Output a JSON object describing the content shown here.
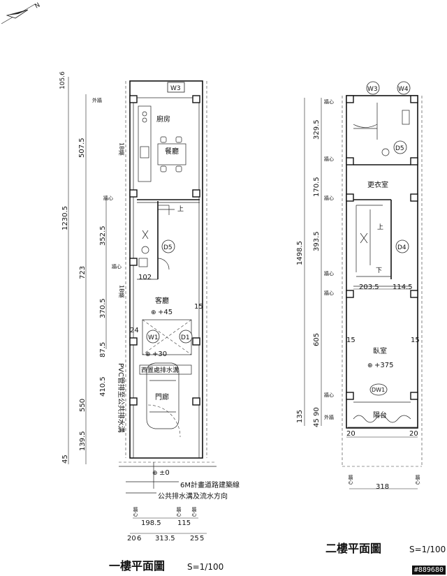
{
  "north": {
    "label": "N"
  },
  "floor1": {
    "title": "一樓平面圖",
    "scale": "S=1/100",
    "rooms": {
      "kitchen": "廚房",
      "dining": "餐廳",
      "living": "客廳",
      "porch": "門廊",
      "yard": "西置處排水溝"
    },
    "levels": {
      "living": "+45",
      "porch": "+30",
      "road": "±0"
    },
    "labels": {
      "outer": "外牆",
      "center1": "牆心",
      "center2": "牆心",
      "stair_up": "上",
      "b_wall1": "1B牆",
      "b_wall2": "1B牆",
      "drain_note": "PVC管排至公共排水溝",
      "road_line": "6M計畫道路建築線",
      "drain_dir": "公共排水溝及流水方向"
    },
    "tags": {
      "w3": "W3",
      "d5": "D5",
      "w1": "W1",
      "d1": "D1"
    },
    "dims_left": [
      "105.6",
      "507.5",
      "1230.5",
      "352.5",
      "723",
      "370.5",
      "87.5",
      "410.5",
      "550",
      "139.5",
      "45"
    ],
    "dims_inner": [
      "102",
      "24",
      "15"
    ],
    "dims_bottom": [
      "198.5",
      "115",
      "20",
      "6",
      "313.5",
      "25",
      "5"
    ],
    "bottom_labels": [
      "牆心",
      "牆心",
      "牆心"
    ]
  },
  "floor2": {
    "title": "二樓平面圖",
    "scale": "S=1/100",
    "rooms": {
      "closet": "更衣室",
      "bedroom": "臥室",
      "balcony": "陽台"
    },
    "levels": {
      "bedroom": "+375"
    },
    "labels": {
      "stair_up": "上",
      "stair_down": "下",
      "outer": "外牆"
    },
    "tags": {
      "w3": "W3",
      "w4": "W4",
      "d5": "D5",
      "d4": "D4",
      "dw1": "DW1"
    },
    "dims_left": [
      "329.5",
      "170.5",
      "393.5",
      "1498.5",
      "605",
      "135",
      "90",
      "45"
    ],
    "center_labels": [
      "牆心",
      "牆心",
      "牆心",
      "牆心",
      "牆心",
      "牆心"
    ],
    "dims_inner": [
      "203.5",
      "114.5",
      "15",
      "15"
    ],
    "dims_bottom": [
      "20",
      "20",
      "318"
    ],
    "bottom_labels": [
      "牆心",
      "牆心"
    ]
  },
  "watermark": "#889680"
}
